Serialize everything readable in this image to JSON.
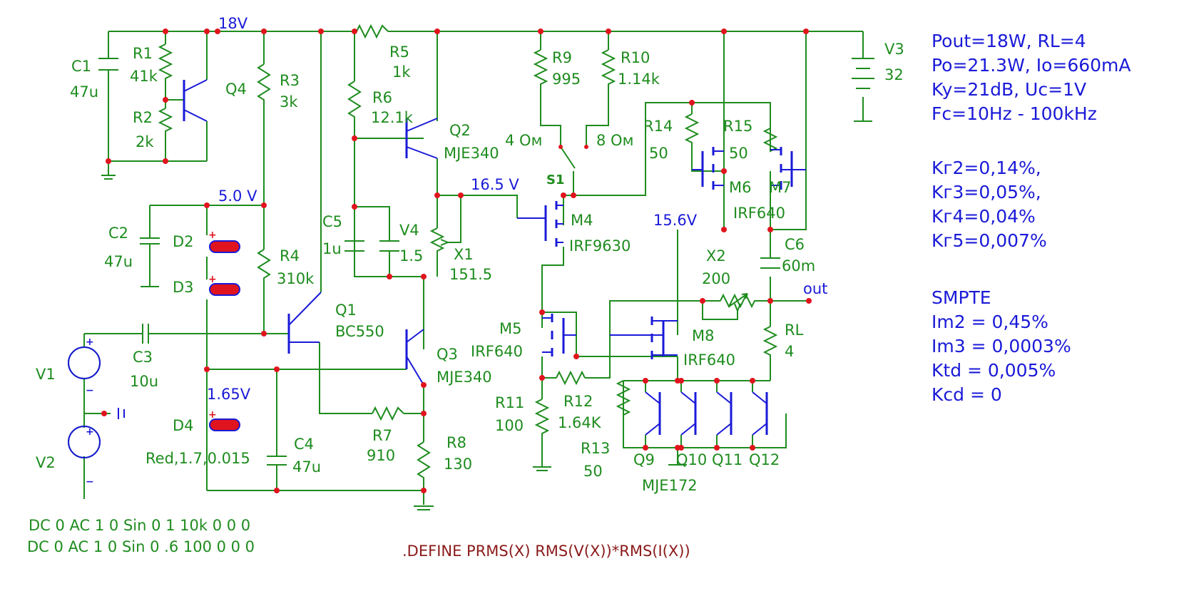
{
  "rails": {
    "vcc_label": "18V",
    "node_5v": "5.0 V",
    "node_1v65": "1.65V",
    "node_16v5": "16.5 V",
    "node_15v6": "15.6V",
    "out_label": "out"
  },
  "parts": {
    "C1": {
      "ref": "C1",
      "value": "47u"
    },
    "R1": {
      "ref": "R1",
      "value": "41k"
    },
    "R2": {
      "ref": "R2",
      "value": "2k"
    },
    "Q4": {
      "ref": "Q4"
    },
    "R3": {
      "ref": "R3",
      "value": "3k"
    },
    "R4": {
      "ref": "R4",
      "value": "310k"
    },
    "C2": {
      "ref": "C2",
      "value": "47u"
    },
    "D2": {
      "ref": "D2"
    },
    "D3": {
      "ref": "D3"
    },
    "D4": {
      "ref": "D4",
      "value": "Red,1.7,0.015"
    },
    "C3": {
      "ref": "C3",
      "value": "10u"
    },
    "V1": {
      "ref": "V1"
    },
    "V2": {
      "ref": "V2"
    },
    "Q1": {
      "ref": "Q1",
      "value": "BC550"
    },
    "R5": {
      "ref": "R5",
      "value": "1k"
    },
    "R6": {
      "ref": "R6",
      "value": "12.1k"
    },
    "Q2": {
      "ref": "Q2",
      "value": "MJE340"
    },
    "C5": {
      "ref": "C5",
      "value": "1u"
    },
    "V4": {
      "ref": "V4",
      "value": "1.5"
    },
    "X1": {
      "ref": "X1",
      "value": "151.5"
    },
    "Q3": {
      "ref": "Q3",
      "value": "MJE340"
    },
    "C4": {
      "ref": "C4",
      "value": "47u"
    },
    "R7": {
      "ref": "R7",
      "value": "910"
    },
    "R8": {
      "ref": "R8",
      "value": "130"
    },
    "R9": {
      "ref": "R9",
      "value": "995"
    },
    "R10": {
      "ref": "R10",
      "value": "1.14k"
    },
    "S1": {
      "ref": "S1",
      "pos_a": "4 Ом",
      "pos_b": "8 Ом"
    },
    "M4": {
      "ref": "M4",
      "value": "IRF9630"
    },
    "M5": {
      "ref": "M5",
      "value": "IRF640"
    },
    "R11": {
      "ref": "R11",
      "value": "100"
    },
    "R12": {
      "ref": "R12",
      "value": "1.64K"
    },
    "R13": {
      "ref": "R13",
      "value": "50"
    },
    "R14": {
      "ref": "R14",
      "value": "50"
    },
    "R15": {
      "ref": "R15",
      "value": "50"
    },
    "M6": {
      "ref": "M6"
    },
    "M7": {
      "ref": "M7",
      "value": "IRF640"
    },
    "M8": {
      "ref": "M8",
      "value": "IRF640"
    },
    "X2": {
      "ref": "X2",
      "value": "200"
    },
    "C6": {
      "ref": "C6",
      "value": "60m"
    },
    "RL": {
      "ref": "RL",
      "value": "4"
    },
    "V3": {
      "ref": "V3",
      "value": "32"
    },
    "Q9": {
      "ref": "Q9"
    },
    "Q10": {
      "ref": "Q10"
    },
    "Q11": {
      "ref": "Q11"
    },
    "Q12": {
      "ref": "Q12"
    },
    "Q_group": {
      "value": "MJE172"
    }
  },
  "sources": {
    "v1_spec": "DC 0 AC 1 0 Sin 0 1 10k 0 0 0",
    "v2_spec": "DC 0 AC 1 0 Sin 0 .6 100 0 0 0"
  },
  "define": ".DEFINE PRMS(X) RMS(V(X))*RMS(I(X))",
  "notes": {
    "spec": [
      "Pout=18W, RL=4",
      "Po=21.3W, Io=660mA",
      "Ky=21dB, Uc=1V",
      "Fc=10Hz - 100kHz"
    ],
    "harmonics": [
      "Kг2=0,14%,",
      "Kг3=0,05%,",
      "Kг4=0,04%",
      "Kг5=0,007%"
    ],
    "imd": [
      "SMPTE",
      "Im2 = 0,45%",
      "Im3 = 0,0003%",
      "Ktd = 0,005%",
      "Kcd = 0"
    ]
  },
  "colors": {
    "wire": "#1e8c1e",
    "symbol": "#1a1ad8",
    "node": "#e0141e",
    "define": "#8a1a1a",
    "background": "#ffffff"
  }
}
